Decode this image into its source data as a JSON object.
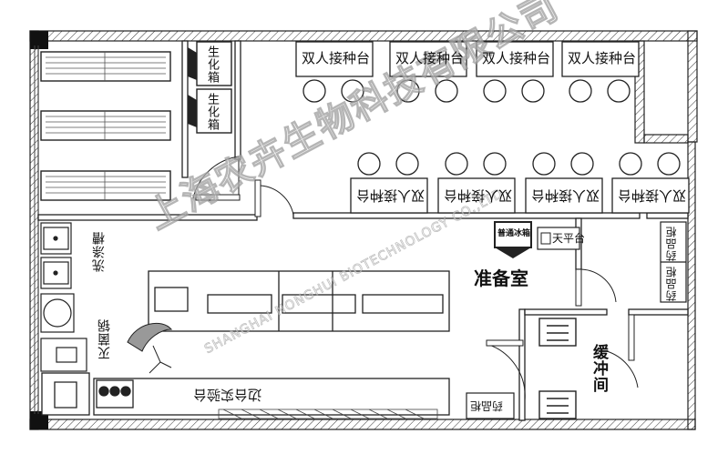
{
  "rooms": {
    "prep_room": "准备室",
    "buffer_room": "缓冲间"
  },
  "equipment": {
    "biosafety_cabinet": "生化箱",
    "double_bench": "双人接种台",
    "wash_sink": "洗涤槽",
    "sterilizer": "灭菌锅",
    "balance_table": "天平台",
    "medicine_cabinet": "药品柜",
    "lab_bench": "边台实验台",
    "fridge": "普通冰箱"
  },
  "watermark": {
    "cn": "上海农卉生物科技有限公司",
    "en": "SHANGHAI NONGHUI BIOTECHNOLOGY CO.,LTD"
  }
}
